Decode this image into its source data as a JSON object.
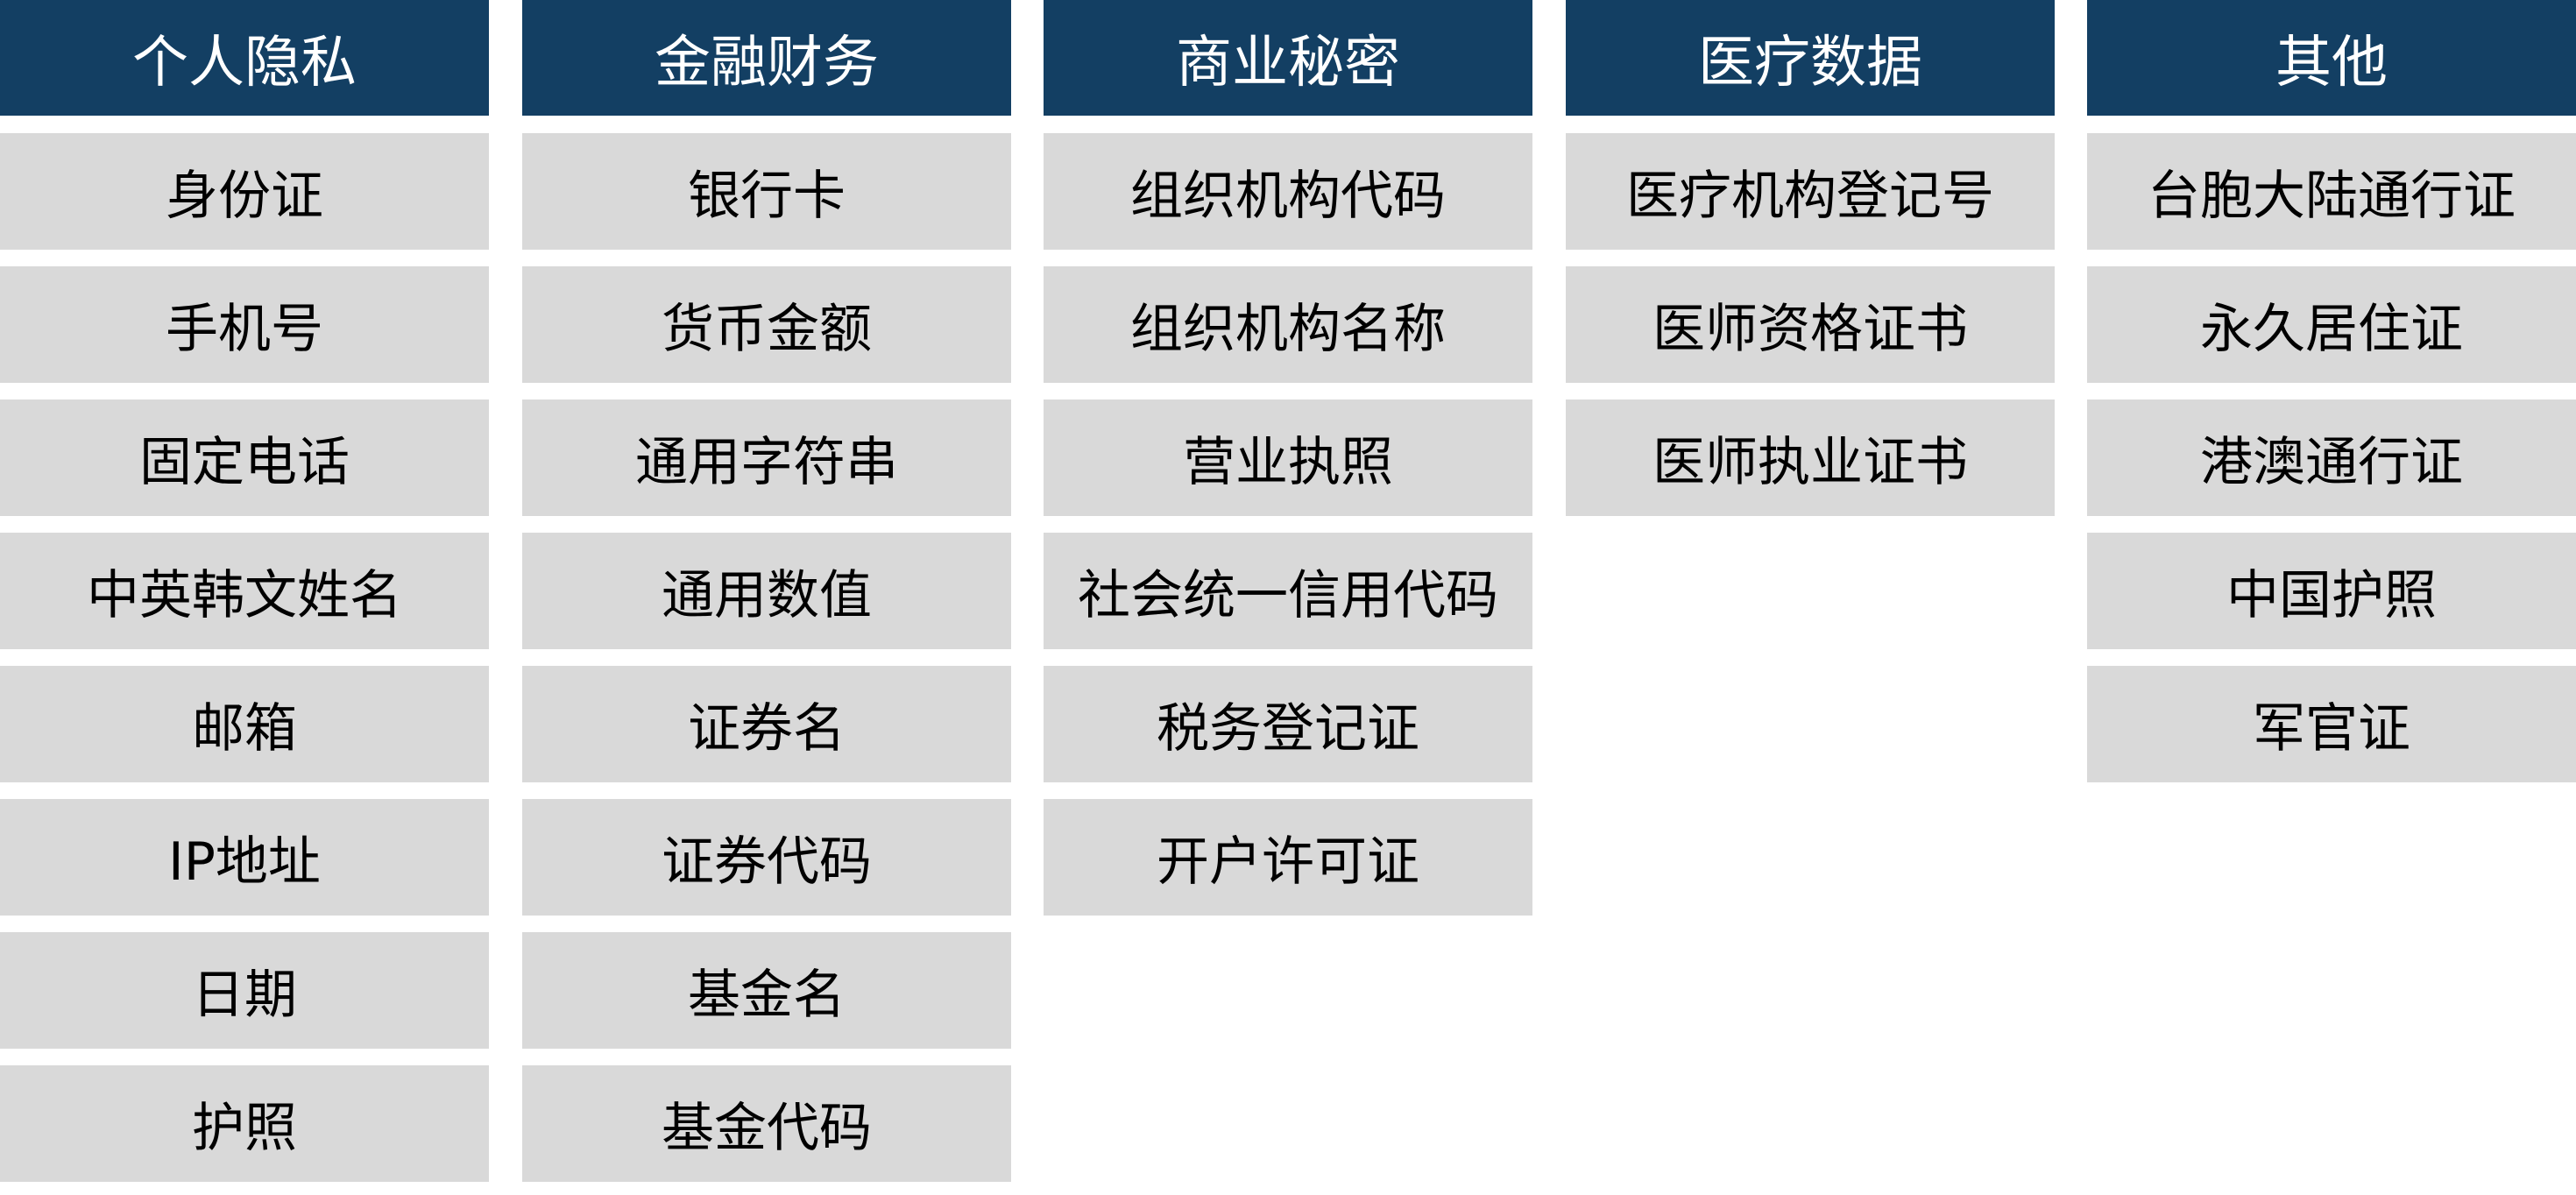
{
  "colors": {
    "header_bg": "#133f63",
    "cell_bg": "#d9d9d9",
    "header_text": "#ffffff",
    "cell_text": "#000000"
  },
  "categories": [
    {
      "title": "个人隐私",
      "items": [
        "身份证",
        "手机号",
        "固定电话",
        "中英韩文姓名",
        "邮箱",
        "IP地址",
        "日期",
        "护照"
      ]
    },
    {
      "title": "金融财务",
      "items": [
        "银行卡",
        "货币金额",
        "通用字符串",
        "通用数值",
        "证券名",
        "证券代码",
        "基金名",
        "基金代码"
      ]
    },
    {
      "title": "商业秘密",
      "items": [
        "组织机构代码",
        "组织机构名称",
        "营业执照",
        "社会统一信用代码",
        "税务登记证",
        "开户许可证"
      ]
    },
    {
      "title": "医疗数据",
      "items": [
        "医疗机构登记号",
        "医师资格证书",
        "医师执业证书"
      ]
    },
    {
      "title": "其他",
      "items": [
        "台胞大陆通行证",
        "永久居住证",
        "港澳通行证",
        "中国护照",
        "军官证"
      ]
    }
  ]
}
